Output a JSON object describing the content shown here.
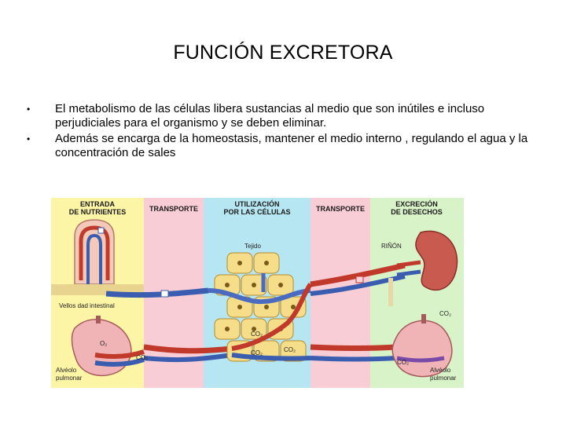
{
  "title": "FUNCIÓN EXCRETORA",
  "bullets": [
    "El metabolismo de las células libera sustancias al medio que son inútiles  e incluso perjudiciales para el organismo y se deben eliminar.",
    "Además se encarga de la homeostasis, mantener el medio interno , regulando el agua y la concentración de sales"
  ],
  "figure": {
    "columns": [
      {
        "line1": "ENTRADA",
        "line2": "DE NUTRIENTES",
        "color": "#fdf5a6"
      },
      {
        "line1": "TRANSPORTE",
        "line2": "",
        "color": "#f9cdd6"
      },
      {
        "line1": "UTILIZACIÓN",
        "line2": "POR LAS CÉLULAS",
        "color": "#b6e6f2"
      },
      {
        "line1": "TRANSPORTE",
        "line2": "",
        "color": "#f9cdd6"
      },
      {
        "line1": "EXCRECIÓN",
        "line2": "DE DESECHOS",
        "color": "#d9f3c9"
      }
    ],
    "labels": {
      "tejido": "Tejido",
      "vellos": "Vellos dad intestinal",
      "rinon": "RIÑÓN",
      "co2_right": "CO₂",
      "o2": "O₂",
      "co2_a": "CO₂",
      "co2_b": "CO₂",
      "co2_c": "CO₂",
      "co2_d": "CO₂",
      "co2_e": "CO₂",
      "alveolo_left_1": "Alvéolo",
      "alveolo_left_2": "pulmonar",
      "alveolo_right_1": "Alvéolo",
      "alveolo_right_2": "pulmonar"
    }
  }
}
